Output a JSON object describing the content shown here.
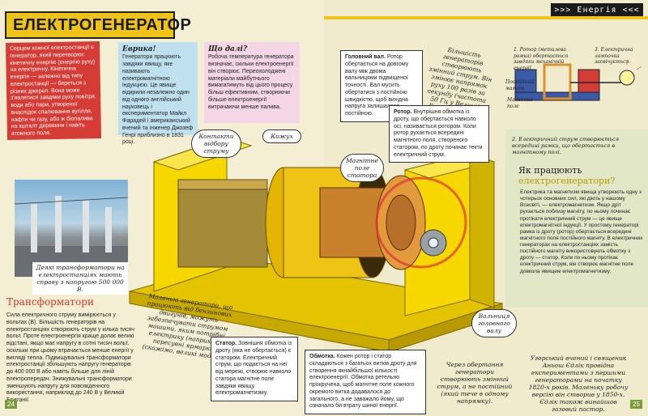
{
  "header": {
    "title": "ЕЛЕКТРОГЕНЕРАТОР",
    "section_tag": ">>> Енергія <<<"
  },
  "intro": {
    "red_text": "Серцем кожної електростанції є генератор, який перетворює кінетичну енергію (енергію руху) на електричну. Кінетична енергія — залежно від типу електростанції — береться з різних джерел. Вона може з'являтися завдяки руху повітря, води або пари, утвореної внаслідок спалювання вугілля, нафти чи газу, або ж біопалива на кшталт деревини і навіть атомного поля.",
    "blue_title": "Еврика!",
    "blue_text": "Генератори працюють завдяки явищу, яке називають електромагнітною індукцією. Це явище відкрили незалежно один від одного англійський науковець і експериментатор Майкл Фарадей і американський вчений та інженер Джозеф Генрі приблизно в 1831 році.",
    "pink_title": "Що далі?",
    "pink_text": "Робоча температура генератора визначає, скільки електроенергії він створює. Переохолоджені матеріали майбутнього вимагатимуть від цього процесу більш ефективним, створюючи більше електроенергії витрачаючи менше палива."
  },
  "shaft_note": {
    "title": "Головний вал.",
    "text": "Ротор обертається на довгому валу між двома вальницями підвищеної точності. Вал мусить обертатися з постійною швидкістю, щоб вихідна напруга залишалася постійною."
  },
  "speed_callout": "Більшість генераторів створюють змінний струм. Він змінює напрямок руху 100 разів за секунду (частота 50 Гц у Великій Британії — 50).",
  "rotor_note": {
    "title": "Ротор.",
    "text": "Внутрішня обмотка із дроту, що обертається навколо осі, називається ротором. Коли ротор рухається всередині магнітного поля, створеного статором, по дроту починає текти електричний струм."
  },
  "diagram": {
    "label_1": "1. Ротор (металева рамка) обертається завдяки механічній енергії.",
    "label_3": "3. Електрична лампочка засвічується.",
    "label_magnet": "Постійний магніт",
    "label_field": "Магнітне поле",
    "label_2": "2. Електричний струм створюється всередині рамки, що обертається в магнітному полі."
  },
  "how_work": {
    "title_prefix": "Як працюють",
    "title_main": "електрогенератори?",
    "text": "Електрика та магнетизм явища утворюють одну з чотирьох основних сил, які діють у нашому Всесвіті, — електромагнетизм. Якщо дріт рухається поблизу магніту, по ньому починає протікати електричний струм — це явище електромагнітної індукції. У простому генераторі рамка із дроту (ротор) обертається всередині магнітного поля постійного магніту. В електричних генераторах на електростанціях замість постійного магніту використовують обмотку з дроту — статор. Коли по ньому протікає електричний струм, він створює магнітне поле довкола явищем електромагнетизму."
  },
  "callouts": {
    "contacts": "Контакти відбору струму",
    "housing": "Кожух",
    "stator_field": "Магнітне поле статора",
    "shaft_bearing": "Вальниця головного валу"
  },
  "photo_caption": "Деякі трансформатори на електростанціях мають справу з напругою 500 000 В.",
  "transformers": {
    "title": "Трансформатори",
    "text": "Сила електричного струму вимірюється у вольтах (В). Більшість генераторів на електростанціях створюють струм у кілька тисяч вольт. Проте електроенергія краще долає великі відстані, якщо має напругу в сотні тисяч вольт, оскільки при цьому втрачається менше енергії у вигляді тепла. Підвищувальні трансформатори електростанції збільшують напругу генераторів до 400 000 В або навіть більше для ліній електропередач. Знижувальні трансформатори зменшують напругу для повсякденного використання, наприклад до 240 В у Великій Британії."
  },
  "small_gen_callout": "Маленькі генератори, що працюють від бензинових двигунів, можуть забезпечувати струмом машини, яким потрібні електрику (наприклад пересувні ярмарки) (скажімо, великі моделі).",
  "stator_note": {
    "title": "Статор.",
    "text": "Зовнішня обмотка із дроту (яка не обертається) є статором. Електричний струм, що подається на неї від мережі, створює навколо статора магнітне поле завдяки явищу електромагнетизму."
  },
  "winding_note": {
    "title": "Обмотка.",
    "text": "Кожен ротор і статор складаються з багатьох витків дроту для створення якнайбільшої кількості електроенергії. Обмотка ретельно прокручена, щоб магнітне поле кожного окремого витка додавалося до загального, а не заважало йому, що означало би втрату шиної енергії."
  },
  "ac_callout": "Через обертання генератори створюють змінний струм, а не постійний (який тече в одному напрямку).",
  "tesla_callout": "Угорський вчений і священик Аньош Єдлік провідна експериментами з першими генераторами на початку 1820-х років. Маленьку робочу версію він створив у 1850-х. Єдлік також винайшов газовий пастор.",
  "page_numbers": {
    "left": "24",
    "right": "25"
  },
  "colors": {
    "accent_yellow": "#f0c414",
    "accent_red": "#d63c36",
    "accent_green": "#7c9c3a",
    "generator_yellow": "#f6d800"
  }
}
